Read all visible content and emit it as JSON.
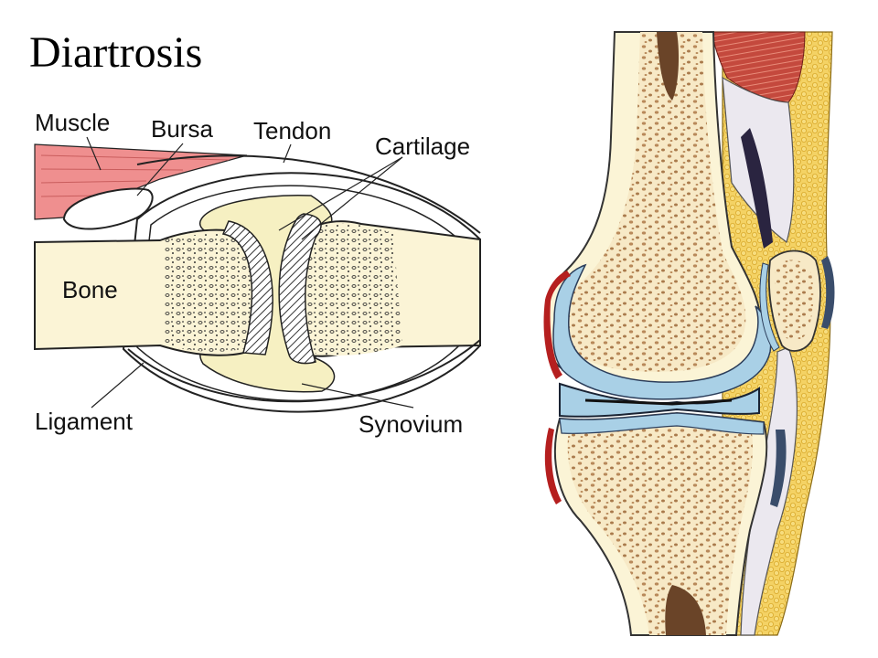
{
  "slide": {
    "title": "Diartrosis"
  },
  "labels": {
    "muscle": "Muscle",
    "bursa": "Bursa",
    "tendon": "Tendon",
    "cartilage": "Cartilage",
    "bone": "Bone",
    "ligament": "Ligament",
    "synovium": "Synovium"
  },
  "colors": {
    "bone": "#fbf4d6",
    "muscle": "#ef8f8f",
    "cartilage_fluid": "#f6f0c2",
    "knee_cartilage": "#a9d0e6",
    "spongy_bone": "#d6b37d",
    "outline": "#222222"
  }
}
